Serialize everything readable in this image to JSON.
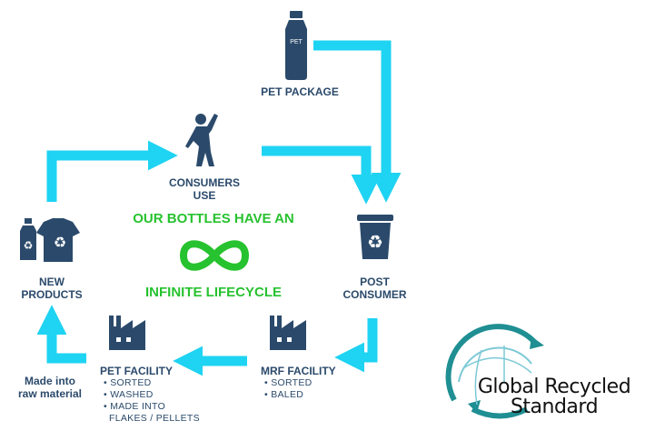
{
  "colors": {
    "arrow": "#1fd3f2",
    "icon": "#2b4a6b",
    "green": "#27c22f",
    "grs_teal": "#1f8f93",
    "grs_light": "#7cc9d6"
  },
  "nodes": {
    "pet_package": {
      "label": "PET PACKAGE",
      "bottle_text": "PET"
    },
    "consumers": {
      "label_line1": "CONSUMERS",
      "label_line2": "USE"
    },
    "post_consumer": {
      "label_line1": "POST",
      "label_line2": "CONSUMER"
    },
    "new_products": {
      "label_line1": "NEW",
      "label_line2": "PRODUCTS"
    },
    "mrf_facility": {
      "label": "MRF FACILITY",
      "bullets": [
        "• SORTED",
        "• BALED"
      ]
    },
    "pet_facility": {
      "label": "PET FACILITY",
      "bullets": [
        "• SORTED",
        "• WASHED",
        "• MADE INTO",
        "FLAKES / PELLETS"
      ]
    },
    "raw_material": {
      "label_line1": "Made into",
      "label_line2": "raw material"
    }
  },
  "center": {
    "line1": "OUR BOTTLES HAVE AN",
    "line2": "INFINITE LIFECYCLE"
  },
  "logo": {
    "line1": "Global Recycled",
    "line2": "Standard"
  }
}
